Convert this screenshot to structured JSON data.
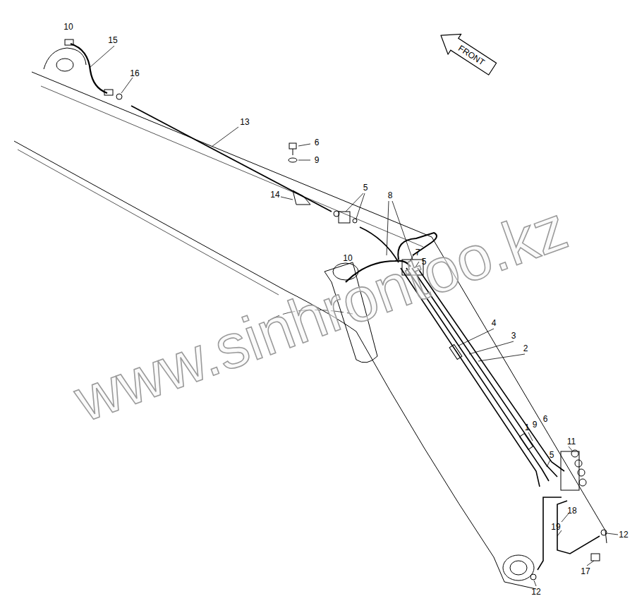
{
  "diagram": {
    "nodes": [
      {
        "text": [
          "FRONT"
        ]
      }
    ],
    "labels": [
      "10",
      "15",
      "16",
      "13",
      "6",
      "9",
      "14",
      "5",
      "8",
      "7",
      "5",
      "10",
      "4",
      "3",
      "2",
      "1",
      "9",
      "6",
      "11",
      "5",
      "18",
      "19",
      "12",
      "17",
      "12",
      "www.sinhrontoo.kz"
    ]
  }
}
